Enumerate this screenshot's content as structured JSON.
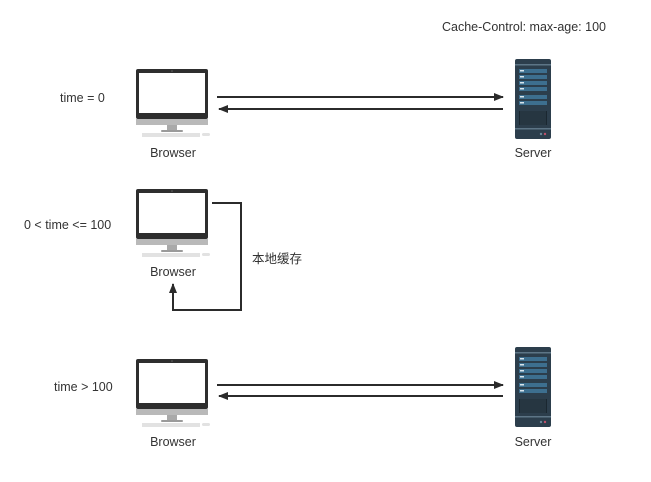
{
  "header": {
    "text": "Cache-Control: max-age: 100"
  },
  "rows": [
    {
      "time_label": "time = 0",
      "browser_label": "Browser",
      "server_label": "Server"
    },
    {
      "time_label": "0 < time <= 100",
      "browser_label": "Browser",
      "cache_label": "本地缓存"
    },
    {
      "time_label": "time > 100",
      "browser_label": "Browser",
      "server_label": "Server"
    }
  ],
  "colors": {
    "line": "#2b2b2b",
    "monitor_frame": "#2e2e2e",
    "monitor_chin": "#b9b9b9",
    "server_body": "#2c3e4c",
    "server_panel": "#3d6f8f"
  }
}
